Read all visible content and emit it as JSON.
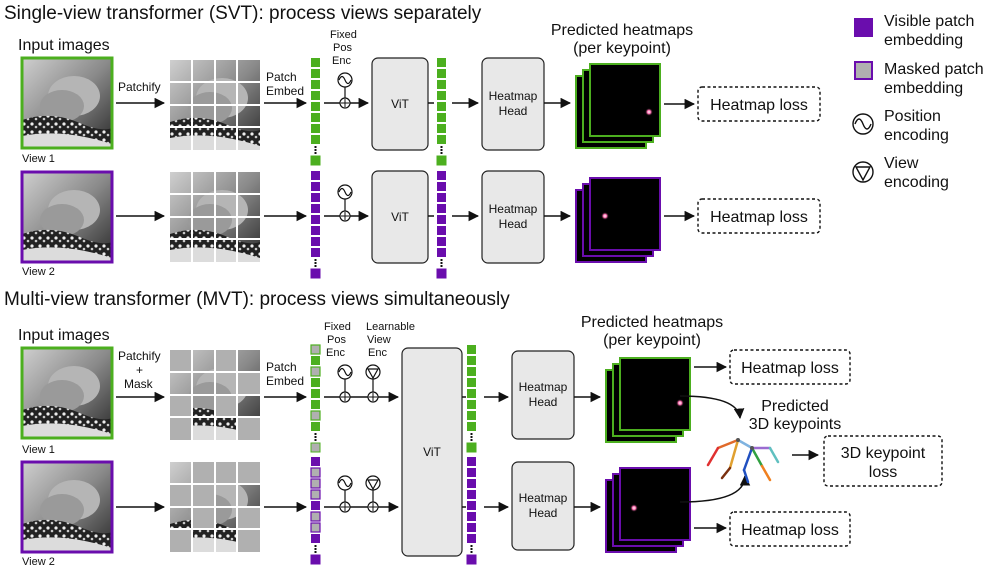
{
  "svt": {
    "title": "Single-view transformer (SVT): process views separately",
    "input_images": "Input images",
    "patchify": "Patchify",
    "patch_embed": [
      "Patch",
      "Embed"
    ],
    "fixed_pos_enc": [
      "Fixed",
      "Pos",
      "Enc"
    ],
    "vit": "ViT",
    "heatmap_head": [
      "Heatmap",
      "Head"
    ],
    "predicted_heatmaps": [
      "Predicted heatmaps",
      "(per keypoint)"
    ],
    "loss": "Heatmap loss",
    "view1": "View 1",
    "view2": "View 2"
  },
  "mvt": {
    "title": "Multi-view transformer (MVT): process views simultaneously",
    "input_images": "Input images",
    "patchify_mask": [
      "Patchify",
      "+",
      "Mask"
    ],
    "patch_embed": [
      "Patch",
      "Embed"
    ],
    "fixed_pos_enc": [
      "Fixed",
      "Pos",
      "Enc"
    ],
    "learnable_view_enc": [
      "Learnable",
      "View",
      "Enc"
    ],
    "vit": "ViT",
    "heatmap_head": [
      "Heatmap",
      "Head"
    ],
    "predicted_heatmaps": [
      "Predicted heatmaps",
      "(per keypoint)"
    ],
    "predicted_3d": [
      "Predicted",
      "3D keypoints"
    ],
    "loss": "Heatmap loss",
    "loss_3d": [
      "3D keypoint",
      "loss"
    ],
    "view1": "View 1",
    "view2": "View 2"
  },
  "legend": {
    "visible": [
      "Visible patch",
      "embedding"
    ],
    "masked": [
      "Masked patch",
      "embedding"
    ],
    "position": [
      "Position",
      "encoding"
    ],
    "view": [
      "View",
      "encoding"
    ]
  },
  "colors": {
    "view1": "#4caf1f",
    "view2": "#6a0dad",
    "masked_fill": "#b0b0b0",
    "box_fill": "#e8e8e8",
    "heatmap_bg": "#000000",
    "keypoint": "#ff6fb0"
  }
}
